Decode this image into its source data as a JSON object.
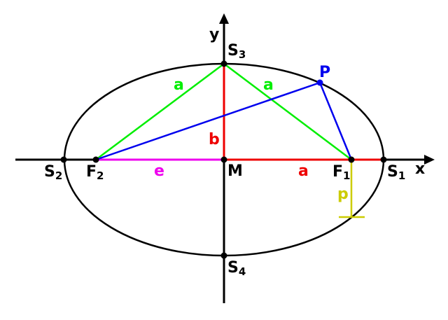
{
  "colors": {
    "ellipse": "#000000",
    "semi_axes": "#ee0000",
    "focal_radii_to_vertex": "#00ee00",
    "focal_radii_to_point": "#0000ee",
    "eccentricity": "#ee00ee",
    "semi_latus_rectum": "#cccc00"
  },
  "axes": {
    "x": "x",
    "y": "y"
  },
  "points": {
    "S1": {
      "main": "S",
      "sub": "1"
    },
    "S2": {
      "main": "S",
      "sub": "2"
    },
    "S3": {
      "main": "S",
      "sub": "3"
    },
    "S4": {
      "main": "S",
      "sub": "4"
    },
    "F1": {
      "main": "F",
      "sub": "1"
    },
    "F2": {
      "main": "F",
      "sub": "2"
    },
    "M": "M",
    "P": "P"
  },
  "segments": {
    "a_left": "a",
    "a_right": "a",
    "a_axis": "a",
    "b": "b",
    "e": "e",
    "p": "p"
  }
}
